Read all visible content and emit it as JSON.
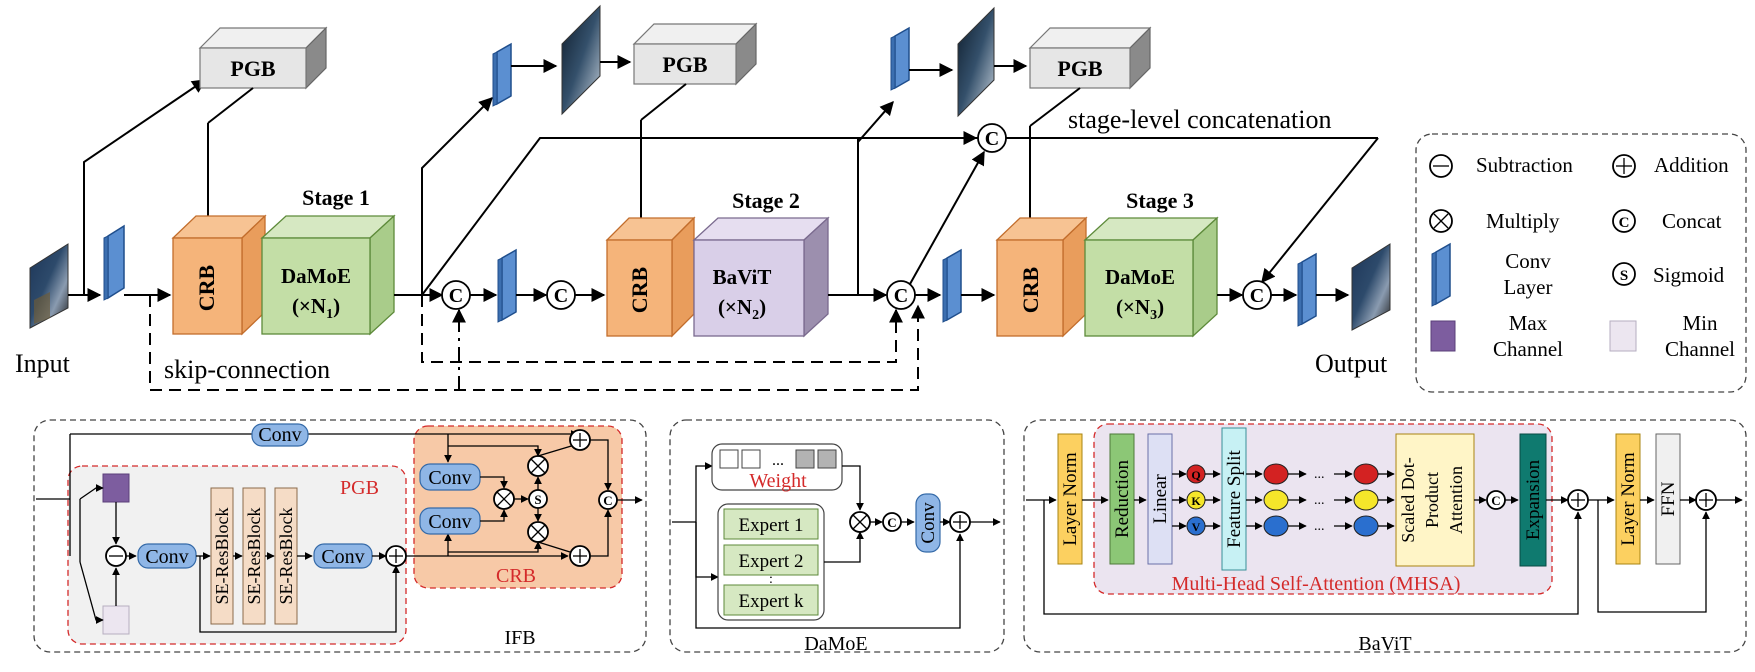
{
  "top": {
    "input_label": "Input",
    "output_label": "Output",
    "pgb_label": "PGB",
    "crb_label": "CRB",
    "skip_connection_label": "skip-connection",
    "stage_level_label": "stage-level concatenation",
    "concat_symbol": "C",
    "stage1": {
      "title": "Stage 1",
      "block": "DaMoE",
      "mult": "(×N",
      "sub": "1",
      "close": ")"
    },
    "stage2": {
      "title": "Stage 2",
      "block": "BaViT",
      "mult": "(×N",
      "sub": "2",
      "close": ")"
    },
    "stage3": {
      "title": "Stage 3",
      "block": "DaMoE",
      "mult": "(×N",
      "sub": "3",
      "close": ")"
    }
  },
  "legend": {
    "subtraction": "Subtraction",
    "addition": "Addition",
    "multiply": "Multiply",
    "concat": "Concat",
    "conv_layer_line1": "Conv",
    "conv_layer_line2": "Layer",
    "sigmoid": "Sigmoid",
    "max_channel_line1": "Max",
    "max_channel_line2": "Channel",
    "min_channel_line1": "Min",
    "min_channel_line2": "Channel",
    "concat_symbol": "C",
    "sigmoid_symbol": "S",
    "colors": {
      "max_channel": "#7d5d9f",
      "min_channel": "#ece6f0",
      "conv_layer": "#5b8fd1"
    }
  },
  "ifb": {
    "title": "IFB",
    "pgb_label": "PGB",
    "crb_label": "CRB",
    "conv": "Conv",
    "se_resblock": "SE-ResBlock",
    "sigmoid_symbol": "S",
    "concat_symbol": "C"
  },
  "damoe": {
    "title": "DaMoE",
    "weight": "Weight",
    "expert1": "Expert 1",
    "expert2": "Expert 2",
    "expertk": "Expert k",
    "ellipsis": "...",
    "vdots": ":",
    "conv": "Conv",
    "concat_symbol": "C"
  },
  "bavit": {
    "title": "BaViT",
    "layer_norm": "Layer Norm",
    "reduction": "Reduction",
    "linear": "Linear",
    "feature_split": "Feature Split",
    "q": "Q",
    "k": "K",
    "v": "V",
    "ellipsis": "...",
    "sdpa_line1": "Scaled Dot-",
    "sdpa_line2": "Product",
    "sdpa_line3": "Attention",
    "expansion": "Expansion",
    "ffn": "FFN",
    "mhsa_label": "Multi-Head Self-Attention (MHSA)",
    "concat_symbol": "C"
  }
}
